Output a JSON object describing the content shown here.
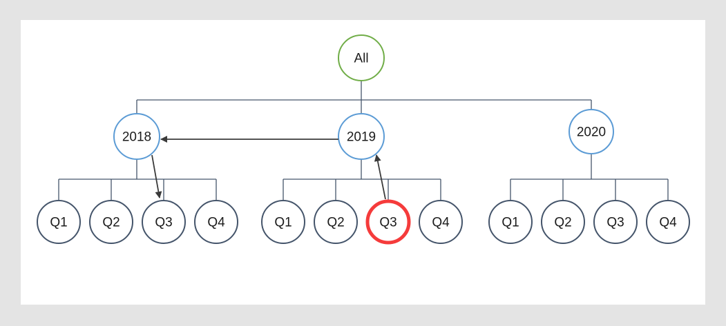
{
  "colors": {
    "page_background": "#e4e4e4",
    "canvas_background": "#ffffff",
    "root_border": "#70ad47",
    "year_border": "#5b9bd5",
    "quarter_border": "#44546a",
    "highlight_border": "#f53b3b",
    "connector": "#44546a",
    "arrow": "#3a3a3a",
    "text": "#1b1b1b"
  },
  "diagram": {
    "type": "drilldown-hierarchy",
    "root": {
      "label": "All"
    },
    "years": [
      {
        "label": "2018",
        "quarters": [
          {
            "label": "Q1"
          },
          {
            "label": "Q2"
          },
          {
            "label": "Q3"
          },
          {
            "label": "Q4"
          }
        ]
      },
      {
        "label": "2019",
        "quarters": [
          {
            "label": "Q1"
          },
          {
            "label": "Q2"
          },
          {
            "label": "Q3",
            "highlighted": true
          },
          {
            "label": "Q4"
          }
        ]
      },
      {
        "label": "2020",
        "quarters": [
          {
            "label": "Q1"
          },
          {
            "label": "Q2"
          },
          {
            "label": "Q3"
          },
          {
            "label": "Q4"
          }
        ]
      }
    ],
    "highlight": {
      "year": "2019",
      "quarter": "Q3"
    },
    "arrows": [
      {
        "from": "2019",
        "to": "2018"
      },
      {
        "from": "2018",
        "to": "2018 Q3"
      },
      {
        "from": "2019 Q3",
        "to": "2019"
      }
    ]
  }
}
